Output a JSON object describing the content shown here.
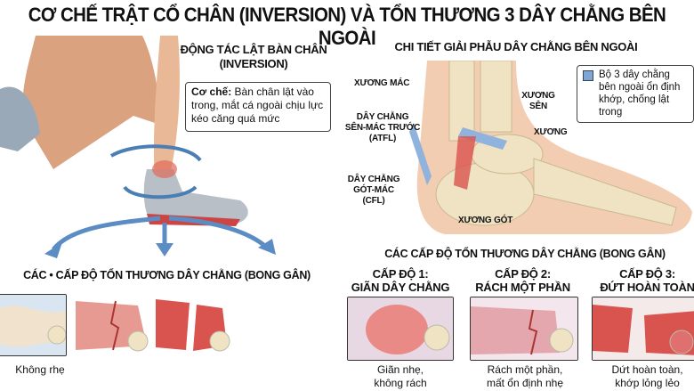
{
  "title": "CƠ CHẾ TRẬT CỔ CHÂN (INVERSION) VÀ TỔN THƯƠNG 3 DÂY CHẰNG BÊN NGOÀI",
  "left_panel": {
    "heading_line1": "ĐỘNG TÁC LẬT BÀN CHÂN",
    "heading_line2": "(INVERSION)",
    "mechanism_label": "Cơ chế:",
    "mechanism_text": " Bàn chân lật vào trong, mắt cá ngoài chịu lực kéo căng quá mức"
  },
  "anatomy_panel": {
    "heading": "CHI TIẾT GIẢI PHẪU DÂY CHẰNG BÊN NGOÀI",
    "labels": {
      "fibula": "XƯƠNG MÁC",
      "talus_1": "XƯƠNG",
      "talus_2": "SÊN",
      "bone": "XƯƠNG",
      "atfl_1": "DÂY CHẰNG",
      "atfl_2": "SÊN-MÁC TRƯỚC",
      "atfl_3": "(ATFL)",
      "cfl_1": "DÂY CHẰNG",
      "cfl_2": "GÓT-MÁC",
      "cfl_3": "(CFL)",
      "calcaneus": "XƯƠNG GÓT"
    },
    "legend_text": "Bộ 3 dây chằng bên ngoài ổn định khớp, chống lật trong",
    "legend_color": "#7fa7d4"
  },
  "left_grades": {
    "heading": "CÁC • CẤP ĐỘ TỔN THƯƠNG DÂY CHẰNG (BONG GÂN)",
    "caption_1": "Không rhẹ"
  },
  "right_grades": {
    "heading": "CÁC CẤP ĐỘ TỔN THƯƠNG DÂY CHẰNG (BONG GÂN)",
    "grades": [
      {
        "title1": "CẤP ĐỘ 1:",
        "title2": "GIÃN DÂY CHẰNG",
        "caption1": "Giãn nhẹ,",
        "caption2": "không rách"
      },
      {
        "title1": "CẤP ĐỘ 2:",
        "title2": "RÁCH MỘT PHẦN",
        "caption1": "Rách một phần,",
        "caption2": "mất ổn định nhẹ"
      },
      {
        "title1": "CẤP ĐỘ 3:",
        "title2": "ĐỨT HOÀN TOÀN",
        "caption1": "Dứt hoàn toàn,",
        "caption2": "khớp lỏng lẻo"
      }
    ]
  },
  "colors": {
    "arrow": "#5b8cc4",
    "ligament_red": "#d9534f",
    "ligament_blue": "#8fb3dc",
    "skin": "#e8b596",
    "bone": "#efe3c4"
  }
}
